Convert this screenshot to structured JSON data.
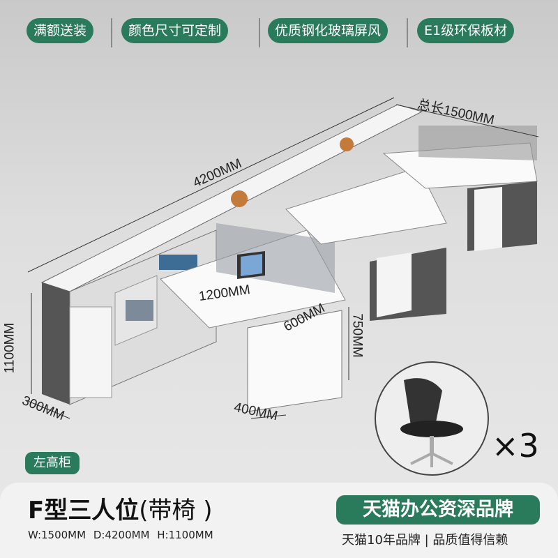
{
  "tags": [
    "满额送装",
    "颜色尺寸可定制",
    "优质钢化玻璃屏风",
    "E1级环保板材"
  ],
  "dimensions": {
    "total_length": "总长1500MM",
    "depth": "4200MM",
    "desk_width": "1200MM",
    "desk_depth": "600MM",
    "desk_height": "750MM",
    "cabinet_height": "1100MM",
    "cabinet_depth": "300MM",
    "pedestal": "400MM"
  },
  "chair": {
    "quantity": "×3"
  },
  "cabinet_label": "左高柜",
  "product": {
    "title": "F型三人位",
    "title_suffix": "(带椅 )",
    "specs": "W:1500MM D:4200MM H:1100MM"
  },
  "brand": {
    "badge": "天猫办公资深品牌",
    "subtitle": "天猫10年品牌 | 品质值得信赖"
  },
  "colors": {
    "accent": "#2a7a5c"
  }
}
